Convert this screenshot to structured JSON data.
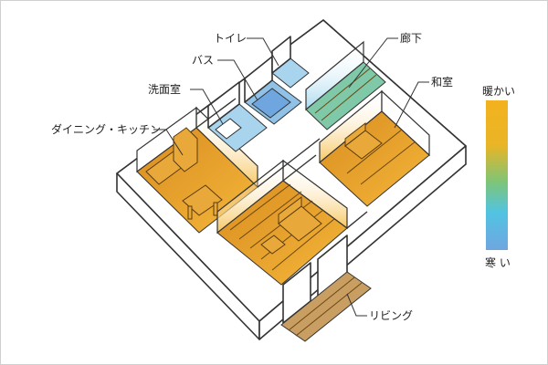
{
  "labels": {
    "toilet": "トイレ",
    "bath": "バス",
    "washroom": "洗面室",
    "dining_kitchen": "ダイニング・キッチン",
    "hallway": "廊下",
    "japanese_room": "和室",
    "living": "リビング"
  },
  "legend": {
    "warm": "暖かい",
    "cold": "寒 い"
  },
  "colors": {
    "warm": "#f3b21f",
    "mid_green": "#7cc57a",
    "cool_cyan": "#52c3e2",
    "cold": "#6fa6e0",
    "wall_stroke": "#333333",
    "frame": "#cfcfcf"
  }
}
